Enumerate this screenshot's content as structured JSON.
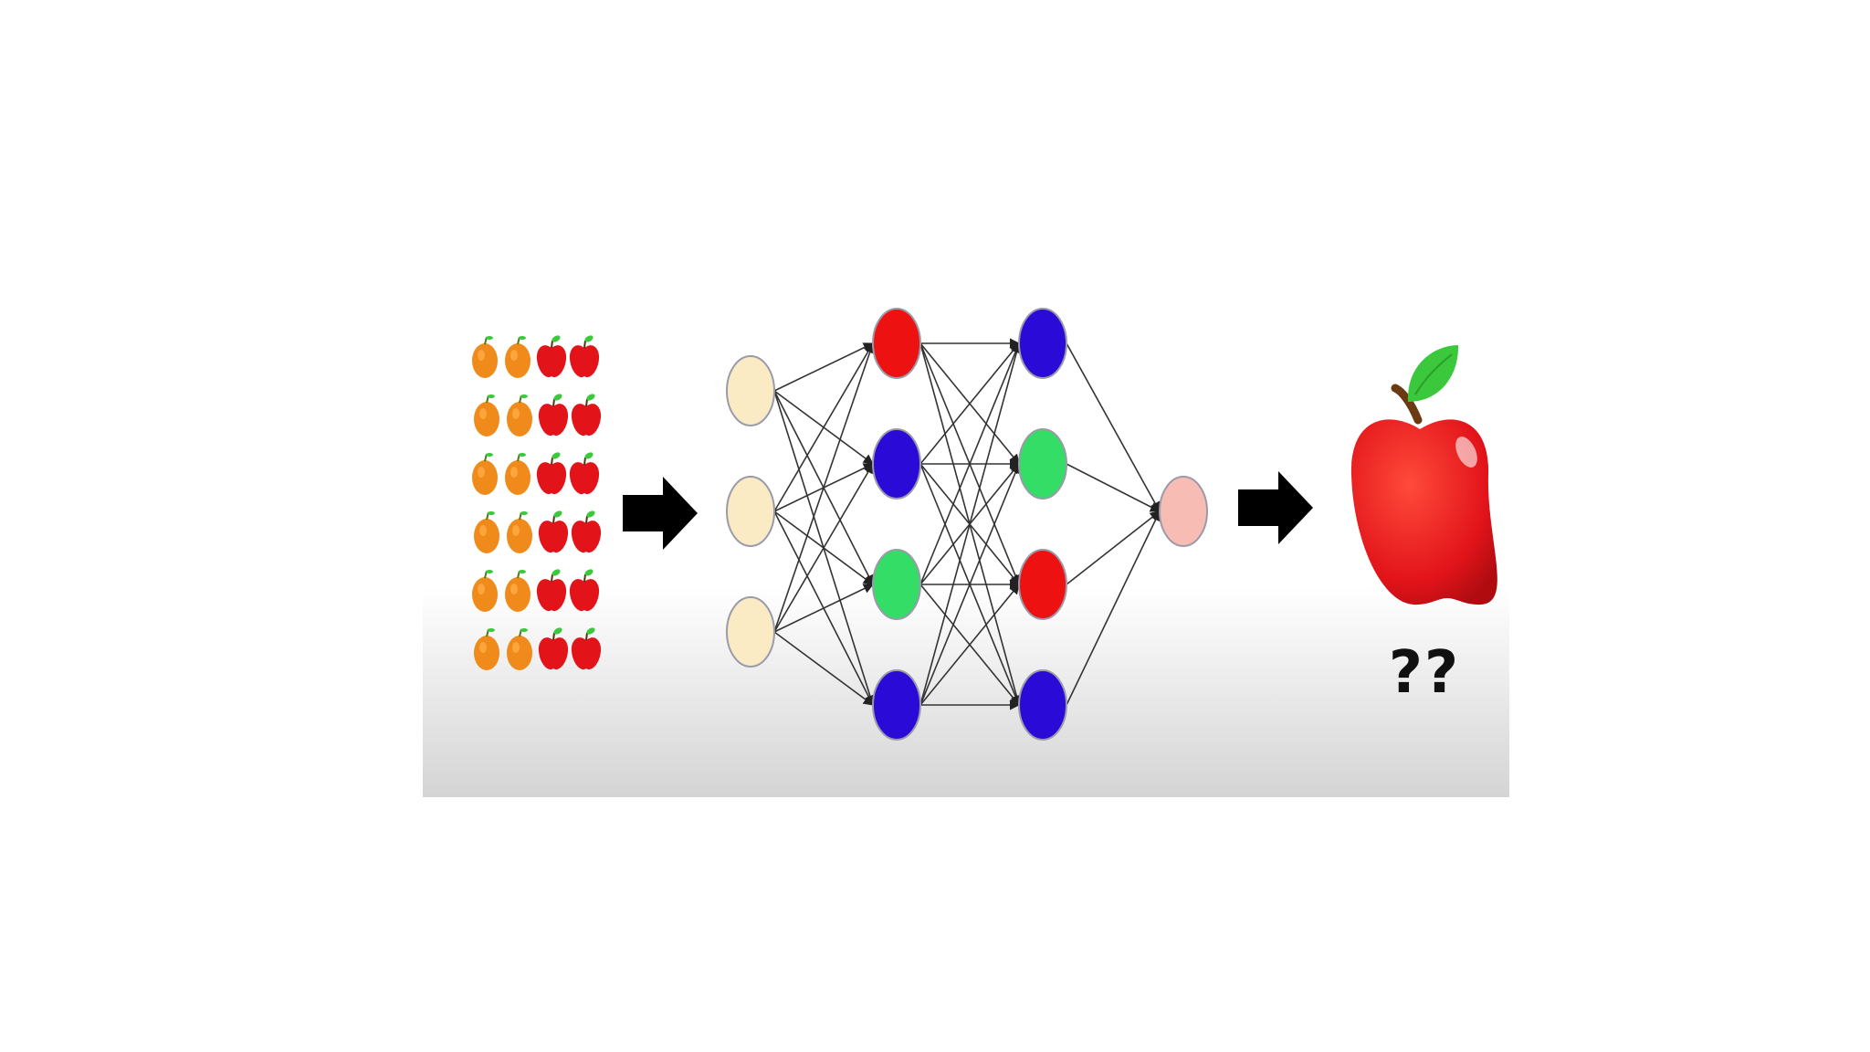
{
  "diagram": {
    "input_grid": {
      "rows": 6,
      "columns": [
        "orange",
        "orange",
        "apple",
        "apple"
      ]
    },
    "network": {
      "layers": [
        {
          "name": "input",
          "nodes": [
            "beige",
            "beige",
            "beige"
          ]
        },
        {
          "name": "hidden-1",
          "nodes": [
            "red",
            "blue",
            "green",
            "blue"
          ]
        },
        {
          "name": "hidden-2",
          "nodes": [
            "blue",
            "green",
            "red",
            "blue"
          ]
        },
        {
          "name": "output",
          "nodes": [
            "pink"
          ]
        }
      ]
    },
    "output": {
      "icon": "red-apple-icon",
      "caption": "??"
    },
    "colors": {
      "beige": "#faebc4",
      "red": "#ee1111",
      "blue": "#2a0ad6",
      "green": "#33dd66",
      "pink": "#f7bdb4",
      "orange": "#f08a1a",
      "apple": "#e2141a",
      "leaf": "#3cc83c",
      "arrow": "#000000"
    }
  }
}
